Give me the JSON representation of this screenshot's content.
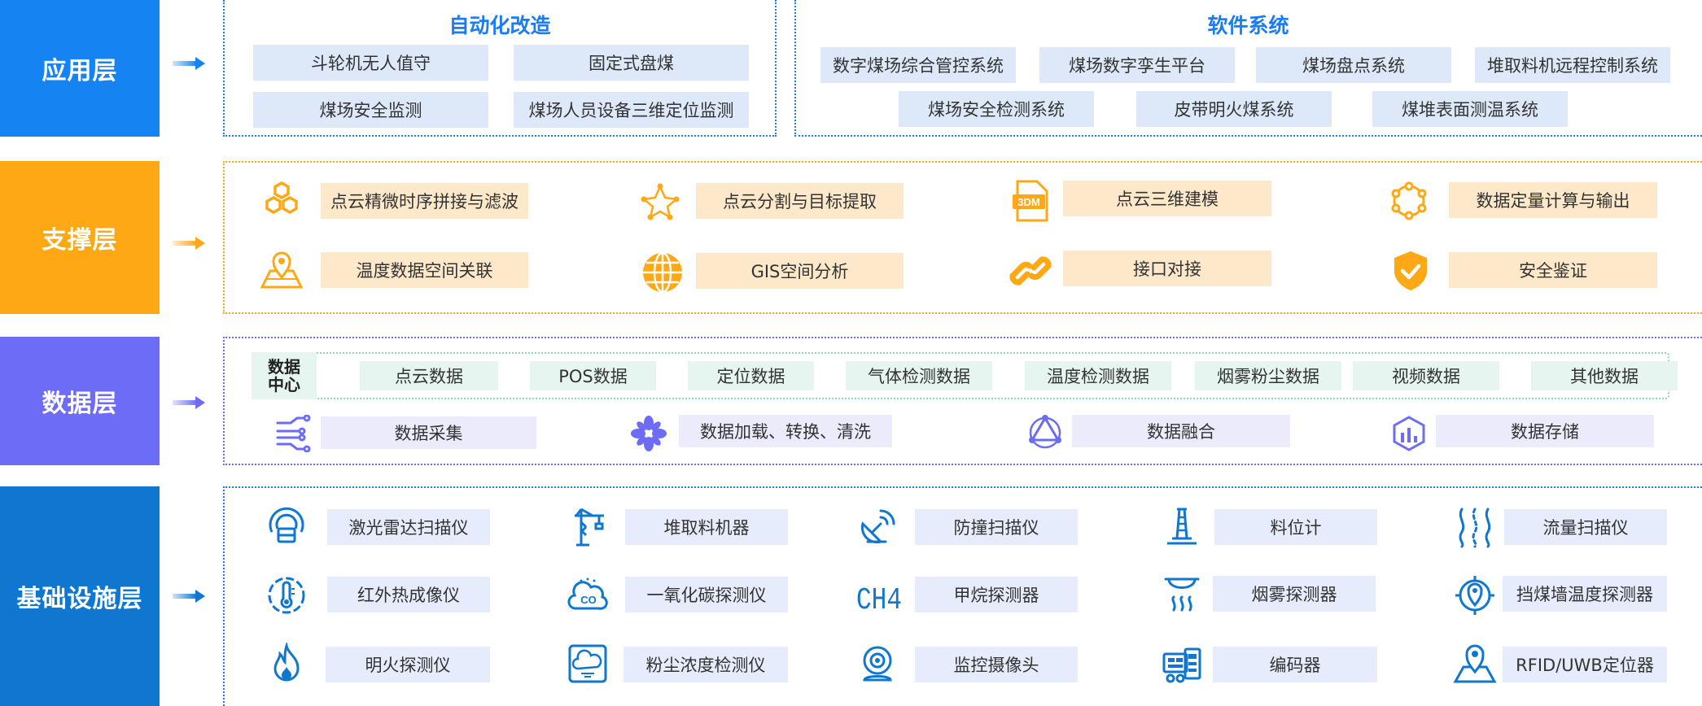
{
  "colors": {
    "app": "#1583f1",
    "support": "#fea815",
    "data": "#6c6cf6",
    "infra": "#0f77cf",
    "app_pill": "#dde9f8",
    "support_pill": "#fde8ca",
    "data_center_pill": "#e6f5ef",
    "data_pill": "#ecebfb",
    "infra_pill": "#e6ecfb"
  },
  "layers": {
    "application": "应用层",
    "support": "支撑层",
    "data": "数据层",
    "infrastructure": "基础设施层"
  },
  "application": {
    "automation": {
      "title": "自动化改造",
      "items": [
        "斗轮机无人值守",
        "固定式盘煤",
        "煤场安全监测",
        "煤场人员设备三维定位监测"
      ]
    },
    "software": {
      "title": "软件系统",
      "row1": [
        "数字煤场综合管控系统",
        "煤场数字孪生平台",
        "煤场盘点系统",
        "堆取料机远程控制系统"
      ],
      "row2": [
        "煤场安全检测系统",
        "皮带明火煤系统",
        "煤堆表面测温系统"
      ]
    }
  },
  "support": {
    "items": [
      {
        "label": "点云精微时序拼接与滤波",
        "icon": "hexagons-icon"
      },
      {
        "label": "点云分割与目标提取",
        "icon": "network-star-icon"
      },
      {
        "label": "点云三维建模",
        "icon": "3dm-file-icon",
        "icon_text": "3DM"
      },
      {
        "label": "数据定量计算与输出",
        "icon": "ring-nodes-icon"
      },
      {
        "label": "温度数据空间关联",
        "icon": "map-pin-icon"
      },
      {
        "label": "GIS空间分析",
        "icon": "globe-icon"
      },
      {
        "label": "接口对接",
        "icon": "link-icon"
      },
      {
        "label": "安全鉴证",
        "icon": "shield-check-icon"
      }
    ]
  },
  "data": {
    "center_label": "数据\n中心",
    "center_items": [
      "点云数据",
      "POS数据",
      "定位数据",
      "气体检测数据",
      "温度检测数据",
      "烟雾粉尘数据",
      "视频数据",
      "其他数据"
    ],
    "process_items": [
      {
        "label": "数据采集",
        "icon": "circuit-icon"
      },
      {
        "label": "数据加载、转换、清洗",
        "icon": "pinwheel-icon"
      },
      {
        "label": "数据融合",
        "icon": "triangle-nodes-icon"
      },
      {
        "label": "数据存储",
        "icon": "storage-chart-icon"
      }
    ]
  },
  "infrastructure": {
    "items": [
      {
        "label": "激光雷达扫描仪",
        "icon": "lidar-icon"
      },
      {
        "label": "堆取料机器",
        "icon": "crane-icon"
      },
      {
        "label": "防撞扫描仪",
        "icon": "radar-dish-icon"
      },
      {
        "label": "料位计",
        "icon": "level-gauge-icon"
      },
      {
        "label": "流量扫描仪",
        "icon": "flow-waves-icon"
      },
      {
        "label": "红外热成像仪",
        "icon": "thermometer-icon"
      },
      {
        "label": "一氧化碳探测仪",
        "icon": "co-cloud-icon",
        "icon_text": "CO"
      },
      {
        "label": "甲烷探测器",
        "icon": "ch4-icon",
        "icon_text": "CH4"
      },
      {
        "label": "烟雾探测器",
        "icon": "smoke-detector-icon"
      },
      {
        "label": "挡煤墙温度探测器",
        "icon": "target-pin-icon"
      },
      {
        "label": "明火探测仪",
        "icon": "flame-icon"
      },
      {
        "label": "粉尘浓度检测仪",
        "icon": "dust-icon"
      },
      {
        "label": "监控摄像头",
        "icon": "camera-icon"
      },
      {
        "label": "编码器",
        "icon": "encoder-icon"
      },
      {
        "label": "RFID/UWB定位器",
        "icon": "location-map-icon"
      }
    ]
  }
}
